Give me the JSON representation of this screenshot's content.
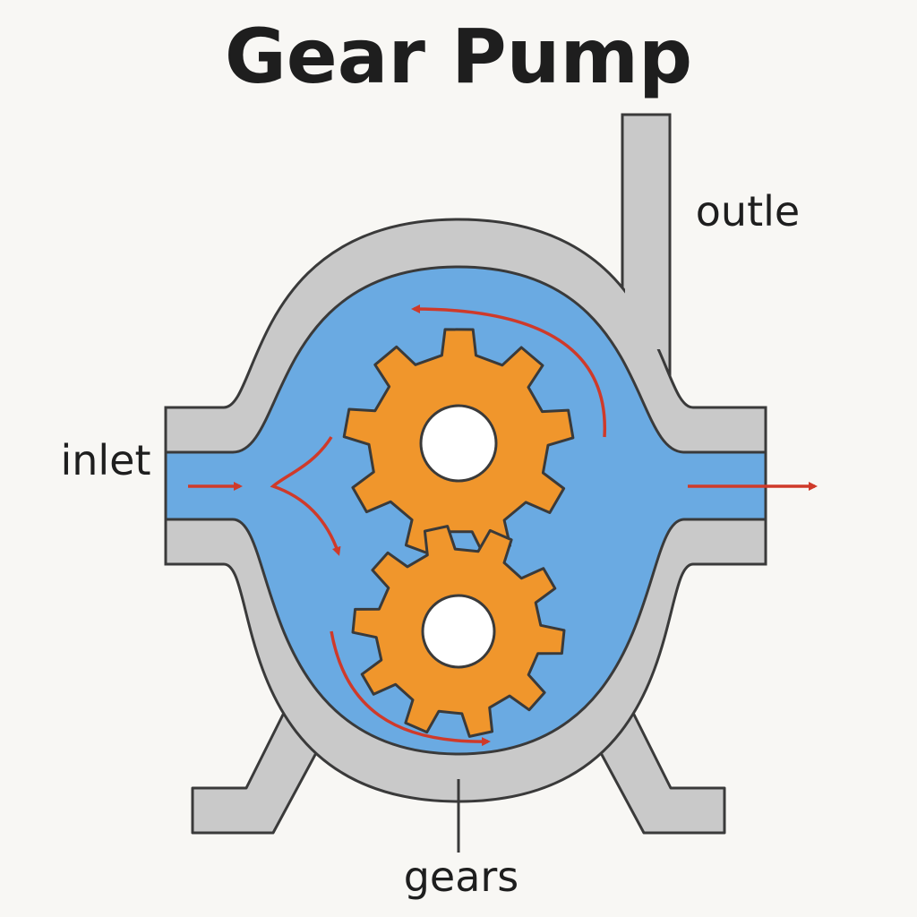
{
  "title": "Gear Pump",
  "labels": {
    "inlet": "inlet",
    "outlet": "outle",
    "gears": "gears"
  },
  "colors": {
    "background": "#f8f7f4",
    "housing": "#c9c9c9",
    "outline": "#3a3a3a",
    "fluid": "#6aaae2",
    "gear": "#f0962c",
    "arrow": "#cf3a2a"
  },
  "gears": [
    {
      "name": "upper-gear",
      "teeth": 9
    },
    {
      "name": "lower-gear",
      "teeth": 10
    }
  ]
}
